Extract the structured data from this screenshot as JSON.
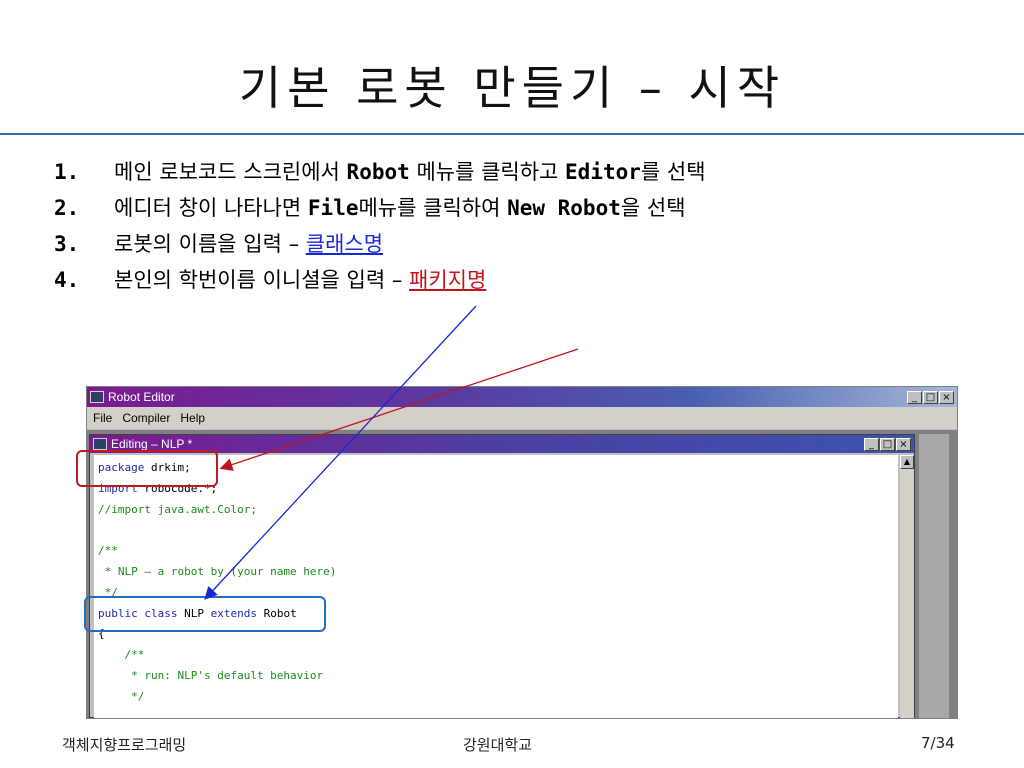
{
  "slide": {
    "title": "기본 로봇 만들기 – 시작"
  },
  "items": [
    {
      "num": "1.",
      "parts": [
        "메인 로보코드 스크린에서 ",
        "Robot",
        " 메뉴를 클릭하고 ",
        "Editor",
        "를 선택"
      ]
    },
    {
      "num": "2.",
      "parts": [
        "에디터 창이 나타나면 ",
        "File",
        "메뉴를 클릭하여 ",
        "New Robot",
        "을 선택"
      ]
    },
    {
      "num": "3.",
      "parts": [
        "로봇의 이름을 입력 – ",
        "클래스명"
      ]
    },
    {
      "num": "4.",
      "parts": [
        "본인의 학번이름 이니셜을 입력 – ",
        "패키지명"
      ]
    }
  ],
  "editor": {
    "window_title": "Robot Editor",
    "menu": [
      "File",
      "Compiler",
      "Help"
    ],
    "controls": [
      "_",
      "□",
      "×"
    ],
    "inner_title": "Editing – NLP *",
    "code": {
      "l1_kw": "package",
      "l1_rest": " drkim;",
      "l2_kw": "import",
      "l2_rest": " robocode.*;",
      "l3": "//import java.awt.Color;",
      "l4": "",
      "l5": "/**",
      "l6": " * NLP – a robot by (your name here)",
      "l7": " */",
      "l8_kw": "public class",
      "l8_mid": " NLP ",
      "l8_kw2": "extends",
      "l8_rest": " Robot",
      "l9": "{",
      "l10": "    /**",
      "l11": "     * run: NLP's default behavior",
      "l12": "     */"
    }
  },
  "footer": {
    "left": "객체지향프로그래밍",
    "center": "강원대학교",
    "right": "7/34"
  },
  "colors": {
    "title_rule": "#3c6aa8",
    "link_blue": "#1a27d6",
    "link_red": "#c0161a",
    "box_red": "#b81d22",
    "box_blue": "#1f6fbf"
  }
}
